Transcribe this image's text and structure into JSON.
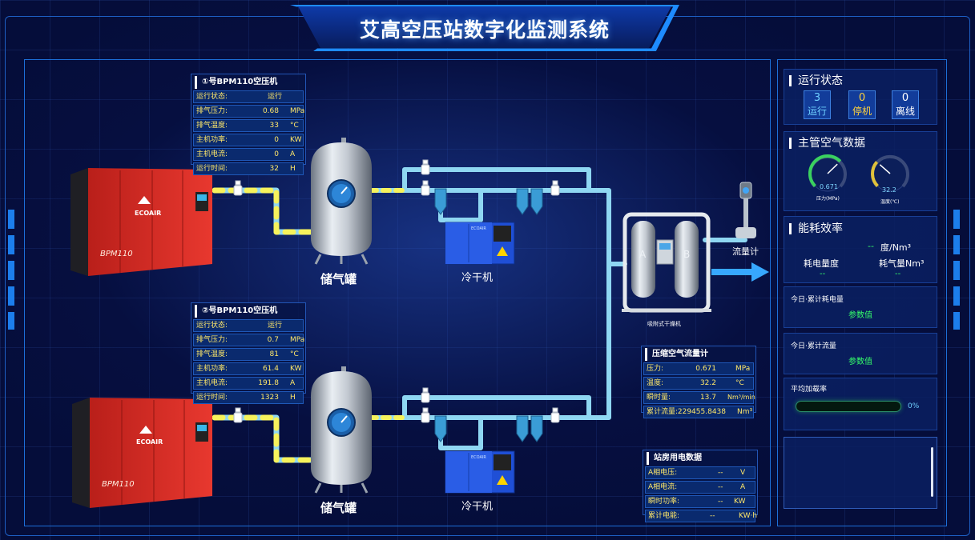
{
  "title": "艾高空压站数字化监测系统",
  "compressors": [
    {
      "title": "①号BPM110空压机",
      "rows": [
        {
          "key": "运行状态:",
          "value": "运行",
          "unit": ""
        },
        {
          "key": "排气压力:",
          "value": "0.68",
          "unit": "MPa"
        },
        {
          "key": "排气温度:",
          "value": "33",
          "unit": "°C"
        },
        {
          "key": "主机功率:",
          "value": "0",
          "unit": "KW"
        },
        {
          "key": "主机电流:",
          "value": "0",
          "unit": "A"
        },
        {
          "key": "运行时间:",
          "value": "32",
          "unit": "H"
        }
      ]
    },
    {
      "title": "②号BPM110空压机",
      "rows": [
        {
          "key": "运行状态:",
          "value": "运行",
          "unit": ""
        },
        {
          "key": "排气压力:",
          "value": "0.7",
          "unit": "MPa"
        },
        {
          "key": "排气温度:",
          "value": "81",
          "unit": "°C"
        },
        {
          "key": "主机功率:",
          "value": "61.4",
          "unit": "KW"
        },
        {
          "key": "主机电流:",
          "value": "191.8",
          "unit": "A"
        },
        {
          "key": "运行时间:",
          "value": "1323",
          "unit": "H"
        }
      ]
    }
  ],
  "compressor_brand": "ECOAIR",
  "compressor_model": "BPM110",
  "tank_label": "储气罐",
  "dryer_label": "冷干机",
  "dryer_brand": "ECOAIR",
  "adsorption_dryer_label": "吸附式干燥机",
  "adsorption_tower_a": "A",
  "adsorption_tower_b": "B",
  "flowmeter_label": "流量计",
  "flow_panel": {
    "title": "压缩空气流量计",
    "rows": [
      {
        "key": "压力:",
        "value": "0.671",
        "unit": "MPa"
      },
      {
        "key": "温度:",
        "value": "32.2",
        "unit": "°C"
      },
      {
        "key": "瞬时量:",
        "value": "13.7",
        "unit": "Nm³/min"
      },
      {
        "key": "累计流量:",
        "value": "229455.8438",
        "unit": "Nm³"
      }
    ]
  },
  "power_panel": {
    "title": "站房用电数据",
    "rows": [
      {
        "key": "A相电压:",
        "value": "--",
        "unit": "V"
      },
      {
        "key": "A相电流:",
        "value": "--",
        "unit": "A"
      },
      {
        "key": "瞬时功率:",
        "value": "--",
        "unit": "KW"
      },
      {
        "key": "累计电能:",
        "value": "--",
        "unit": "KW·h"
      }
    ]
  },
  "sidebar": {
    "run_status": {
      "title": "运行状态",
      "items": [
        {
          "count": "3",
          "label": "运行"
        },
        {
          "count": "0",
          "label": "停机"
        },
        {
          "count": "0",
          "label": "离线"
        }
      ]
    },
    "main_air": {
      "title": "主管空气数据",
      "pressure_value": "0.671",
      "pressure_label": "压力(MPa)",
      "pressure_fraction": 0.67,
      "temp_value": "32.2",
      "temp_label": "温度(℃)",
      "temp_fraction": 0.32
    },
    "energy": {
      "title": "能耗效率",
      "value": "--",
      "unit": "度/Nm³",
      "col1_label": "耗电量度",
      "col1_value": "--",
      "col2_label": "耗气量Nm³",
      "col2_value": "--"
    },
    "today_power": {
      "title": "今日·累计耗电量",
      "value": "参数值"
    },
    "today_flow": {
      "title": "今日·累计流量",
      "value": "参数值"
    },
    "load_rate": {
      "title": "平均加载率",
      "percent": "0%",
      "fraction": 0
    }
  },
  "colors": {
    "accent": "#1e8bff",
    "value_yellow": "#ffe86a",
    "value_green": "#35ff6a",
    "compressor_red": "#e3322b",
    "dryer_blue": "#1f4fd6"
  }
}
